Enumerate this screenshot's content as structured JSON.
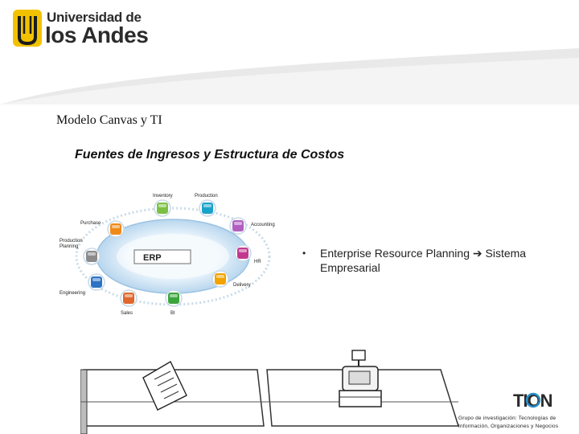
{
  "brand": {
    "line1": "Universidad de",
    "line2": "los Andes",
    "accent_color": "#f2c200"
  },
  "slide": {
    "title": "Modelo Canvas y TI",
    "subtitle": "Fuentes de Ingresos y Estructura de Costos"
  },
  "erp": {
    "center_label": "ERP",
    "nodes": [
      {
        "label": "Inventory",
        "icon": "inventory-icon",
        "color": "#7bc043"
      },
      {
        "label": "Production",
        "icon": "production-icon",
        "color": "#1aa2c9"
      },
      {
        "label": "Accounting",
        "icon": "accounting-icon",
        "color": "#b05fc1"
      },
      {
        "label": "HR",
        "icon": "hr-icon",
        "color": "#c0398f"
      },
      {
        "label": "Delivery",
        "icon": "delivery-icon",
        "color": "#f2a300"
      },
      {
        "label": "BI",
        "icon": "bi-icon",
        "color": "#3da53d"
      },
      {
        "label": "Sales",
        "icon": "sales-icon",
        "color": "#e0672d"
      },
      {
        "label": "Engineering",
        "icon": "engineering-icon",
        "color": "#2b73c4"
      },
      {
        "label": "Production Planning",
        "icon": "planning-icon",
        "color": "#8b8b8b"
      },
      {
        "label": "Purchase",
        "icon": "purchase-icon",
        "color": "#ef8a1a"
      }
    ]
  },
  "bullet": {
    "marker": "•",
    "text": "Enterprise Resource Planning ➔ Sistema Empresarial"
  },
  "tion": {
    "logo_text": "TION"
  },
  "footer": {
    "line1": "Grupo de investigación: Tecnologías de",
    "line2": "Información, Organizaciones y Negocios"
  }
}
